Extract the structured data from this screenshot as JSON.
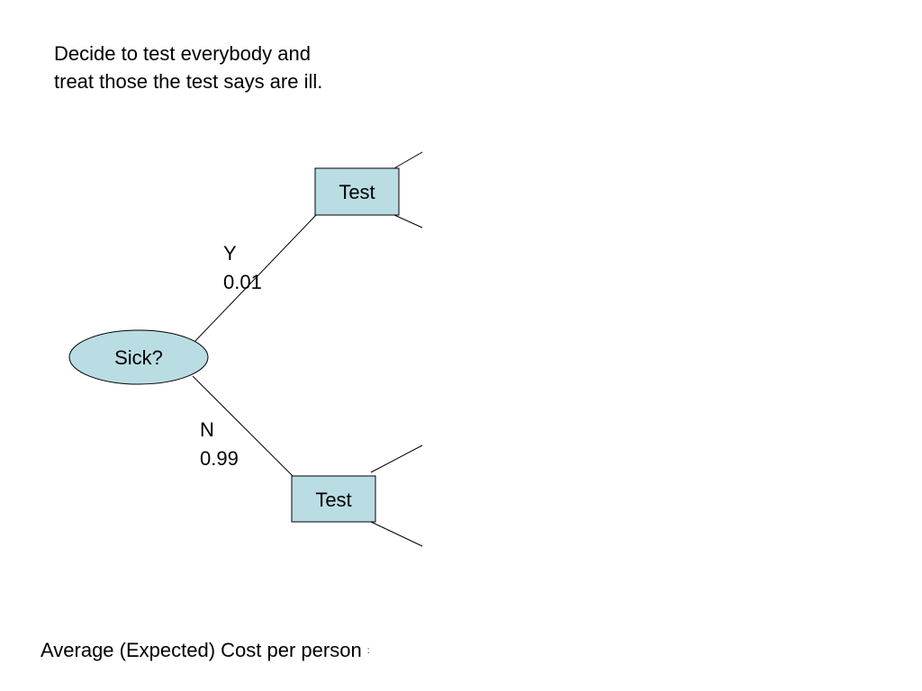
{
  "intro": {
    "line1": "Decide to test everybody and",
    "line2": "treat those the test says are ill."
  },
  "tree": {
    "root": {
      "label": "Sick?",
      "shape": "ellipse"
    },
    "branches": [
      {
        "outcome": "Y",
        "probability": "0.01",
        "child": {
          "label": "Test",
          "shape": "rectangle"
        }
      },
      {
        "outcome": "N",
        "probability": "0.99",
        "child": {
          "label": "Test",
          "shape": "rectangle"
        }
      }
    ]
  },
  "footer": {
    "text": "Average (Expected) Cost per person",
    "tail": ":"
  },
  "colors": {
    "node_fill": "#b9dde3",
    "stroke": "#000000"
  }
}
